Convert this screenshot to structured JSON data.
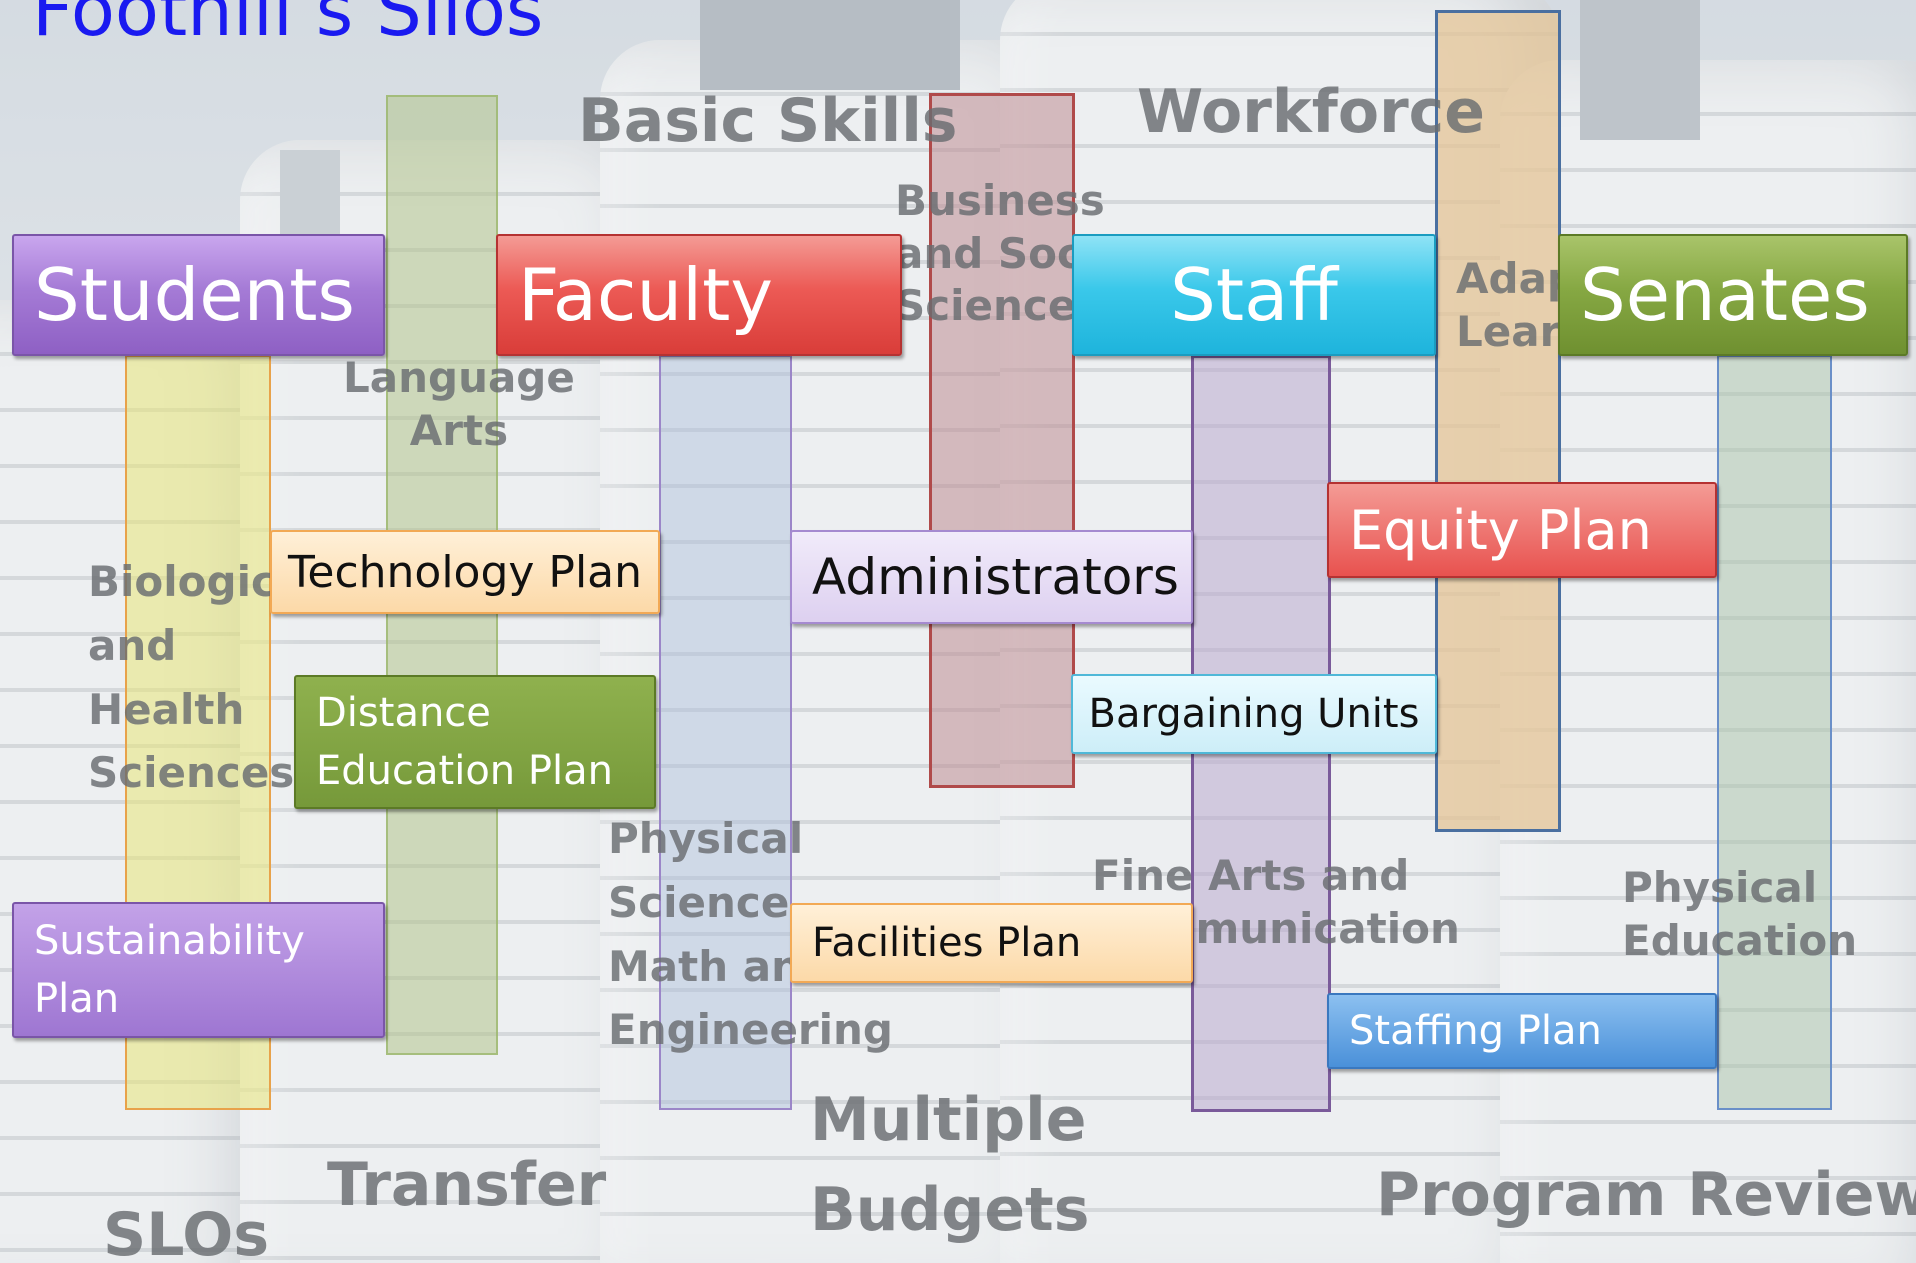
{
  "title": "Foothill’s Silos",
  "groups": {
    "students": "Students",
    "faculty": "Faculty",
    "staff": "Staff",
    "senates": "Senates"
  },
  "divisions": {
    "basic_skills": "Basic Skills",
    "workforce": "Workforce",
    "business": [
      "Business",
      "and Social",
      "Sciences"
    ],
    "language_arts": [
      "Language",
      "Arts"
    ],
    "biological": [
      "Biological",
      "and",
      "Health",
      "Sciences"
    ],
    "adaptive": [
      "Adaptive",
      "Learning"
    ],
    "physical_science": [
      "Physical",
      "Science,",
      "Math and",
      "Engineering"
    ],
    "fine_arts": [
      "Fine Arts and",
      "Communication"
    ],
    "physical_education": [
      "Physical",
      "Education"
    ]
  },
  "plans": {
    "technology": "Technology Plan",
    "distance": [
      "Distance",
      "Education Plan"
    ],
    "sustainability": [
      "Sustainability",
      "Plan"
    ],
    "administrators": "Administrators",
    "equity": "Equity Plan",
    "bargaining": "Bargaining Units",
    "facilities": "Facilities Plan",
    "staffing": "Staffing Plan"
  },
  "footer_terms": {
    "transfer": "Transfer",
    "slos": "SLOs",
    "multiple_budgets": [
      "Multiple",
      "Budgets"
    ],
    "program_review": "Program Review"
  },
  "colors": {
    "purple": "#9b6fcf",
    "red": "#e8524f",
    "cyan": "#2fc2e6",
    "green": "#7ea03c",
    "orange_light": "#fde0b8",
    "lavender": "#e6dcf3",
    "light_cyan": "#d5f1f8",
    "blue": "#4a90d9",
    "title_blue": "#1a1af0"
  }
}
